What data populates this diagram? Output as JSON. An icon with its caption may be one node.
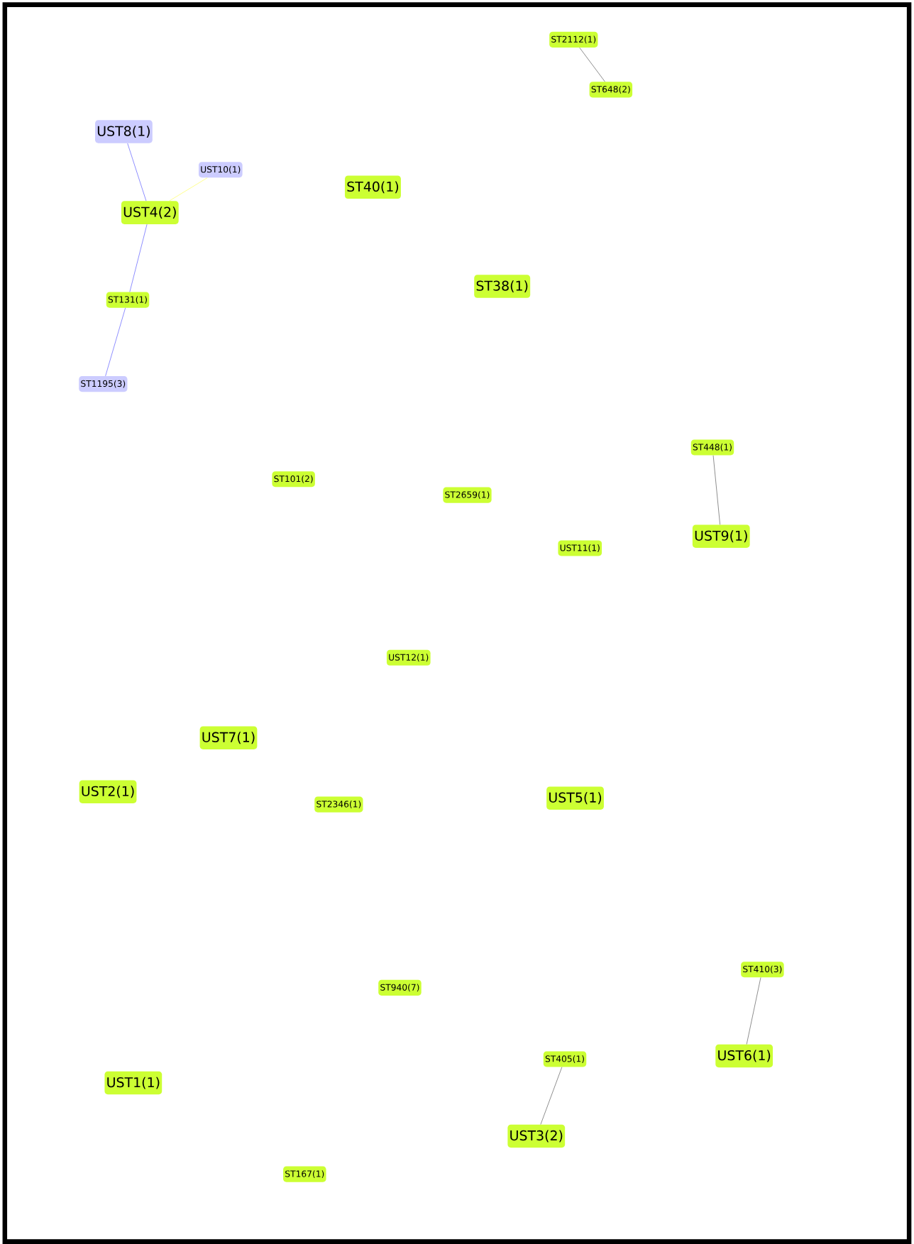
{
  "diagram": {
    "nodes": [
      {
        "text": [
          "ST2112(1)"
        ]
      },
      {
        "text": [
          "ST648(2)"
        ]
      },
      {
        "text": [
          "UST8(1)"
        ]
      },
      {
        "text": [
          "UST10(1)"
        ]
      },
      {
        "text": [
          "ST40(1)"
        ]
      },
      {
        "text": [
          "UST4(2)"
        ]
      },
      {
        "text": [
          "ST38(1)"
        ]
      },
      {
        "text": [
          "ST131(1)"
        ]
      },
      {
        "text": [
          "ST1195(3)"
        ]
      },
      {
        "text": [
          "ST448(1)"
        ]
      },
      {
        "text": [
          "ST101(2)"
        ]
      },
      {
        "text": [
          "ST2659(1)"
        ]
      },
      {
        "text": [
          "UST9(1)"
        ]
      },
      {
        "text": [
          "UST11(1)"
        ]
      },
      {
        "text": [
          "UST12(1)"
        ]
      },
      {
        "text": [
          "UST7(1)"
        ]
      },
      {
        "text": [
          "UST2(1)"
        ]
      },
      {
        "text": [
          "ST2346(1)"
        ]
      },
      {
        "text": [
          "UST5(1)"
        ]
      },
      {
        "text": [
          "ST410(3)"
        ]
      },
      {
        "text": [
          "ST940(7)"
        ]
      },
      {
        "text": [
          "UST6(1)"
        ]
      },
      {
        "text": [
          "ST405(1)"
        ]
      },
      {
        "text": [
          "UST1(1)"
        ]
      },
      {
        "text": [
          "UST3(2)"
        ]
      },
      {
        "text": [
          "ST167(1)"
        ]
      }
    ],
    "edges": [
      {
        "from": 0,
        "to": 1,
        "arrow": "none"
      },
      {
        "from": 2,
        "to": 5,
        "arrow": "none",
        "color": "#0000ff"
      },
      {
        "from": 3,
        "to": 5,
        "arrow": "none",
        "color": "#ffff00"
      },
      {
        "from": 5,
        "to": 7,
        "arrow": "none",
        "color": "#0000ff"
      },
      {
        "from": 7,
        "to": 8,
        "arrow": "none",
        "color": "#0000ff"
      },
      {
        "from": 9,
        "to": 12,
        "arrow": "none"
      },
      {
        "from": 19,
        "to": 21,
        "arrow": "none"
      },
      {
        "from": 22,
        "to": 24,
        "arrow": "none"
      }
    ]
  }
}
